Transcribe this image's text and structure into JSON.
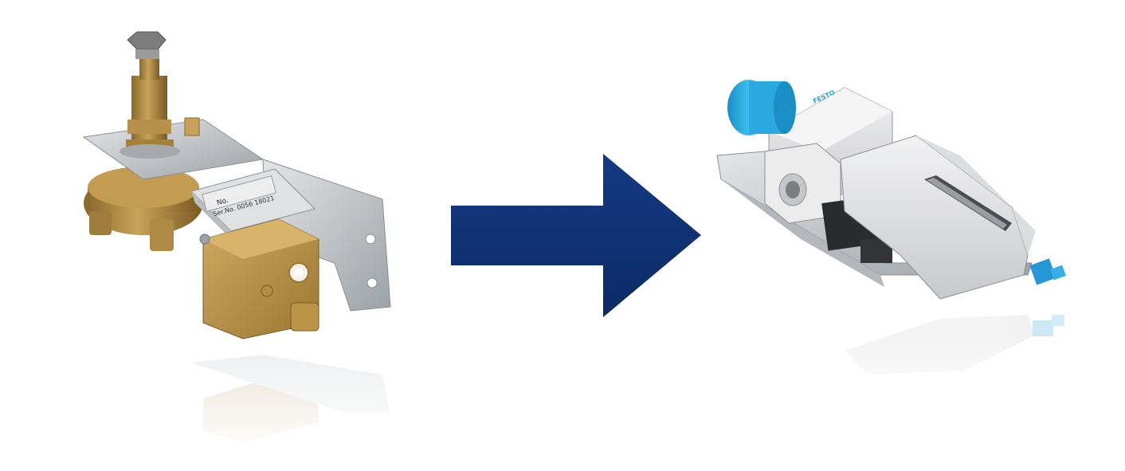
{
  "scene": {
    "background_color": "#ffffff",
    "left_product": {
      "kind": "brass pressure regulator with mounted switch on metal bracket",
      "label_lines": [
        "No.",
        "Ser.No. 0056  18021"
      ]
    },
    "arrow": {
      "direction": "right",
      "color_top": "#153a82",
      "color_bottom": "#0b2a66"
    },
    "right_product": {
      "kind": "grey filter regulator unit with blue adjustment knob on metal bracket",
      "brand_text": "FESTO",
      "accent_color": "#1fa6e0"
    }
  }
}
